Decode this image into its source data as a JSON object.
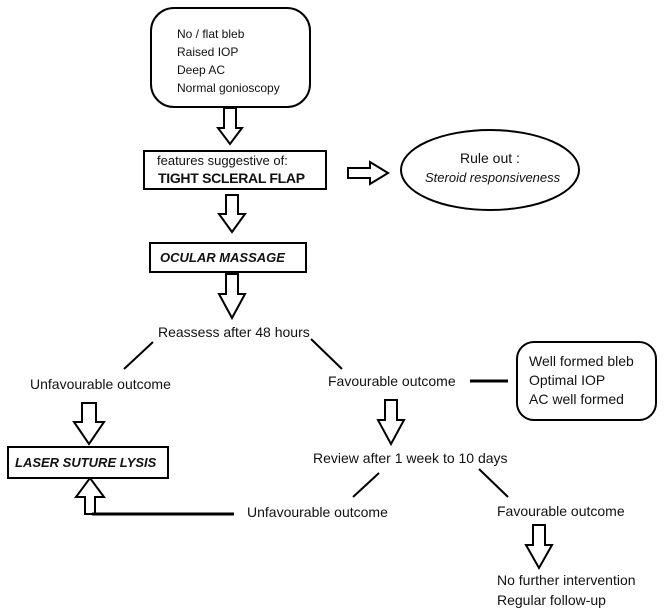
{
  "diagram": {
    "start_box": {
      "lines": [
        "No / flat bleb",
        "Raised IOP",
        "Deep AC",
        "Normal gonioscopy"
      ]
    },
    "flap_box": {
      "line1": "features suggestive of:",
      "line2": "TIGHT SCLERAL FLAP"
    },
    "rule_out": {
      "title": "Rule out :",
      "item": "Steroid responsiveness"
    },
    "massage_box": {
      "label": "OCULAR MASSAGE"
    },
    "reassess": {
      "label": "Reassess after 48 hours"
    },
    "left_branch": {
      "label": "Unfavourable outcome"
    },
    "right_branch": {
      "label": "Favourable outcome"
    },
    "favourable_criteria": {
      "lines": [
        "Well formed bleb",
        "Optimal IOP",
        "AC well formed"
      ]
    },
    "laser_box": {
      "label": "LASER SUTURE LYSIS"
    },
    "review": {
      "label": "Review after 1 week to 10 days"
    },
    "review_unfavourable": {
      "label": "Unfavourable outcome"
    },
    "review_favourable": {
      "label": "Favourable outcome"
    },
    "final": {
      "lines": [
        "No further intervention",
        "Regular follow-up"
      ]
    }
  }
}
